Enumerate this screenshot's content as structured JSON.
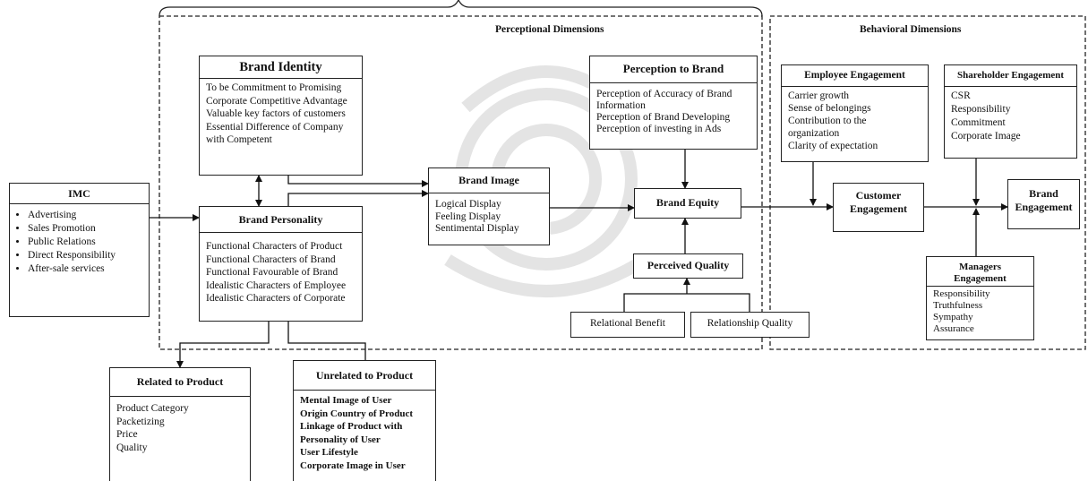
{
  "regions": {
    "perceptional": "Perceptional Dimensions",
    "behavioral": "Behavioral Dimensions"
  },
  "imc": {
    "title": "IMC",
    "items": [
      "Advertising",
      "Sales Promotion",
      "Public Relations",
      "Direct Responsibility",
      "After-sale services"
    ]
  },
  "brand_identity": {
    "title": "Brand Identity",
    "items": [
      "To be Commitment to Promising",
      "Corporate Competitive Advantage",
      "Valuable key factors of customers",
      "Essential Difference of Company",
      "with Competent"
    ]
  },
  "brand_personality": {
    "title": "Brand Personality",
    "items": [
      "Functional Characters of Product",
      "Functional Characters of Brand",
      "Functional Favourable of Brand",
      "Idealistic Characters of Employee",
      "Idealistic Characters of Corporate"
    ]
  },
  "brand_image": {
    "title": "Brand Image",
    "items": [
      "Logical Display",
      "Feeling Display",
      "Sentimental Display"
    ]
  },
  "perception_to_brand": {
    "title": "Perception to Brand",
    "items": [
      "Perception of Accuracy of Brand",
      "Information",
      "Perception of Brand Developing",
      "Perception of investing in Ads"
    ]
  },
  "brand_equity": {
    "title": "Brand Equity"
  },
  "perceived_quality": {
    "title": "Perceived Quality"
  },
  "relational_benefit": "Relational Benefit",
  "relationship_quality": "Relationship Quality",
  "related_to_product": {
    "title": "Related to Product",
    "items": [
      "Product Category",
      "Packetizing",
      "Price",
      "Quality"
    ]
  },
  "unrelated_to_product": {
    "title": "Unrelated to Product",
    "items": [
      "Mental Image of User",
      "Origin Country of Product",
      "Linkage of Product with",
      "Personality of User",
      "User Lifestyle",
      "Corporate Image in User"
    ]
  },
  "employee_engagement": {
    "title": "Employee Engagement",
    "items": [
      "Carrier growth",
      "Sense of belongings",
      "Contribution to the",
      "organization",
      "Clarity of expectation"
    ]
  },
  "shareholder_engagement": {
    "title": "Shareholder Engagement",
    "items": [
      "CSR",
      "Responsibility",
      "Commitment",
      "Corporate Image"
    ]
  },
  "customer_engagement": {
    "line1": "Customer",
    "line2": "Engagement"
  },
  "brand_engagement": {
    "line1": "Brand",
    "line2": "Engagement"
  },
  "managers_engagement": {
    "line1": "Managers",
    "line2": "Engagement",
    "items": [
      "Responsibility",
      "Truthfulness",
      "Sympathy",
      "Assurance"
    ]
  }
}
